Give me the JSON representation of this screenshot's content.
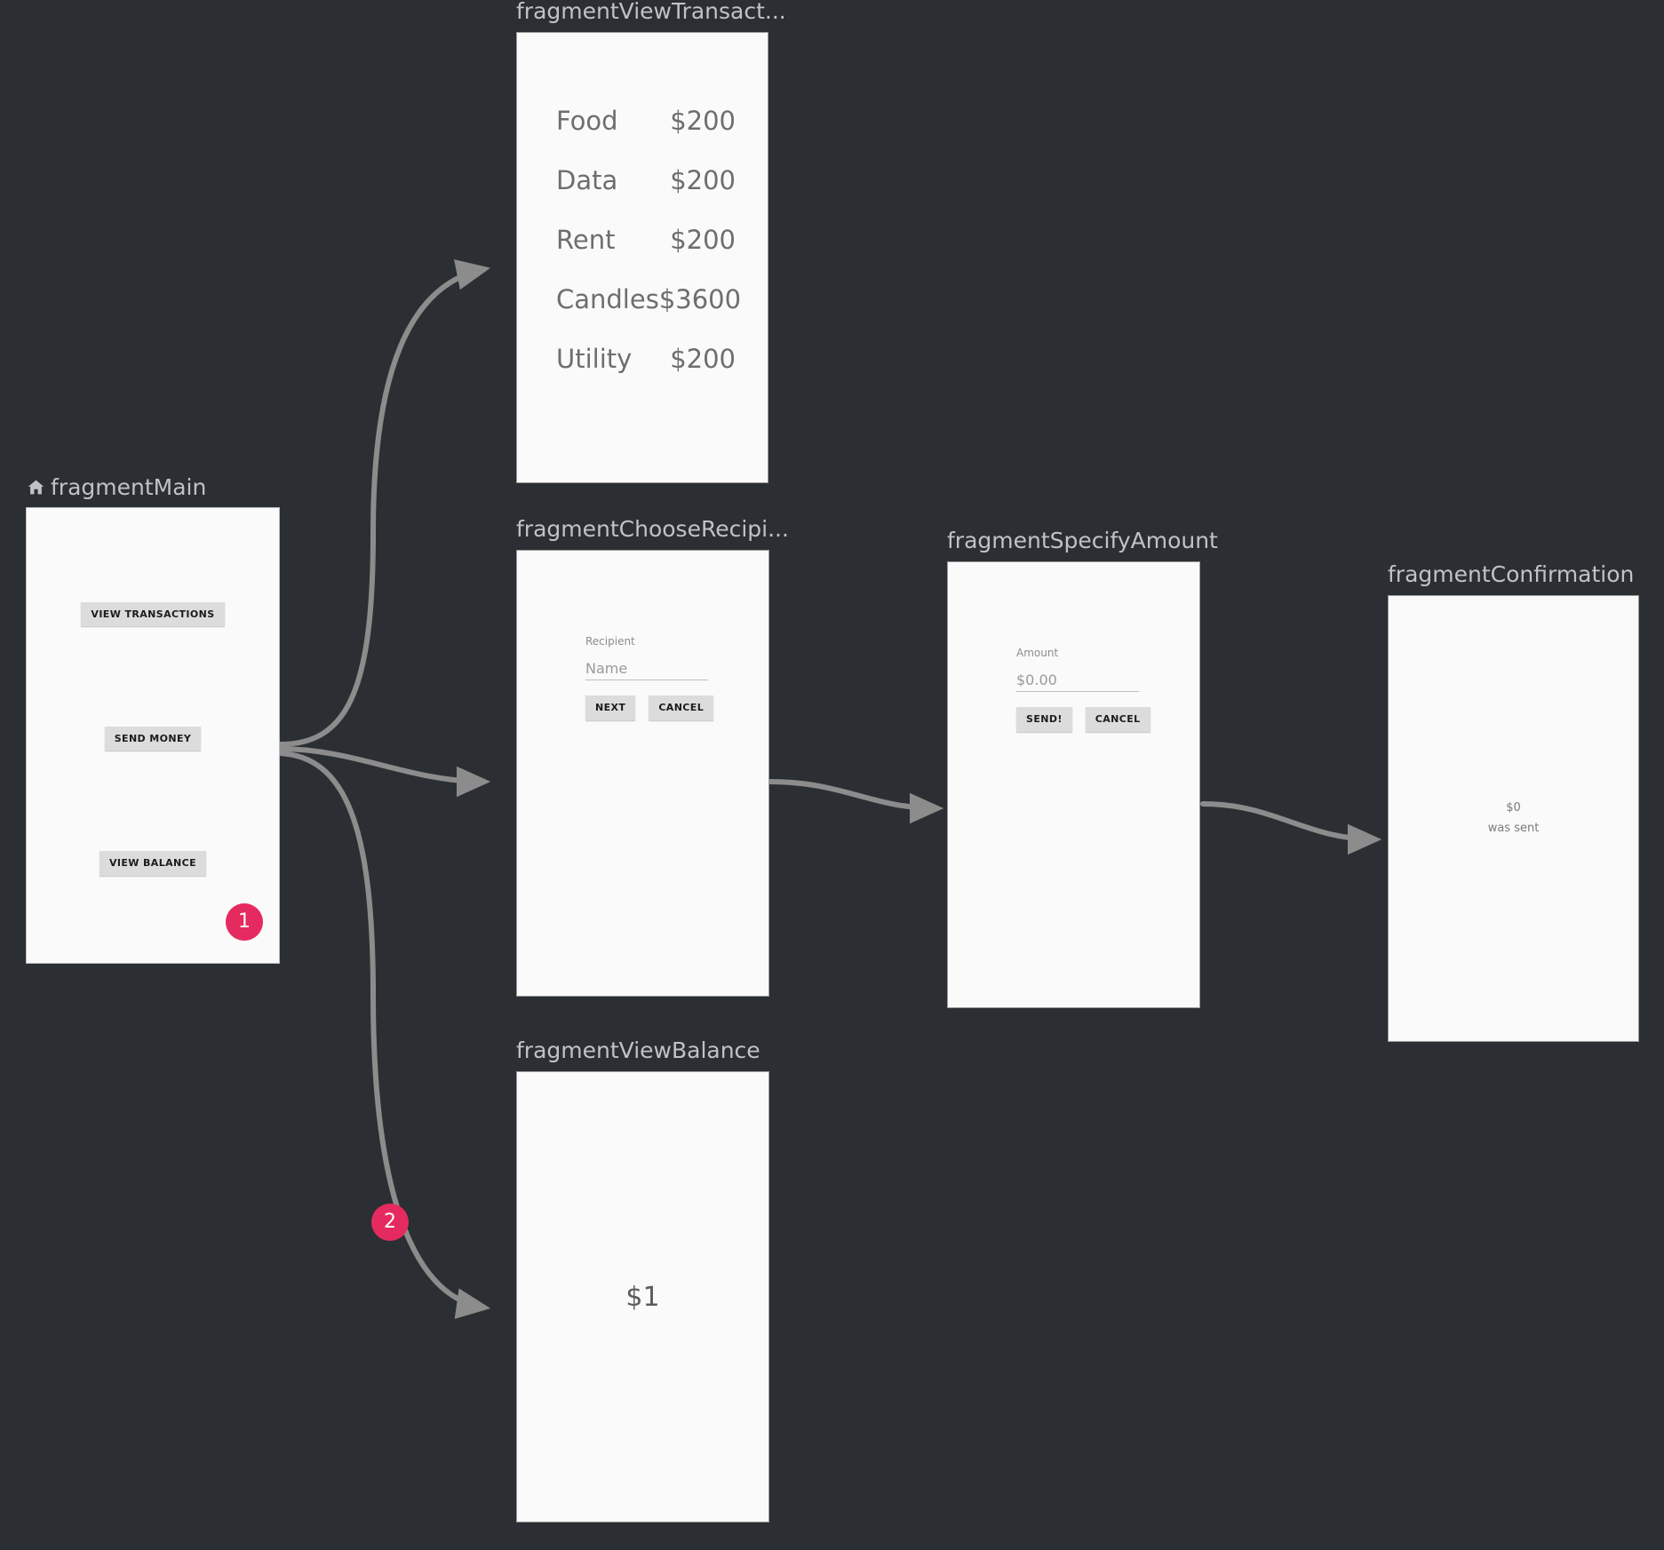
{
  "canvas": {
    "background_color": "#2B2F33",
    "edge_color": "#8C8C8C",
    "badge_color": "#E52A5F",
    "label_color": "#BFC3C7"
  },
  "destinations": [
    {
      "id": "fragmentMain",
      "label": "fragmentMain",
      "is_start_destination": true,
      "start_icon": "home-icon",
      "selected": true,
      "buttons": [
        {
          "label": "VIEW TRANSACTIONS",
          "name": "view-transactions-button"
        },
        {
          "label": "SEND MONEY",
          "name": "send-money-button"
        },
        {
          "label": "VIEW BALANCE",
          "name": "view-balance-button"
        }
      ],
      "badge": "1"
    },
    {
      "id": "fragmentViewTransactions",
      "label": "fragmentViewTransact...",
      "transactions": {
        "rows": [
          {
            "name": "Food",
            "amount": "$200"
          },
          {
            "name": "Data",
            "amount": "$200"
          },
          {
            "name": "Rent",
            "amount": "$200"
          },
          {
            "name": "Candles",
            "amount": "$3600"
          },
          {
            "name": "Utility",
            "amount": "$200"
          }
        ]
      }
    },
    {
      "id": "fragmentChooseRecipient",
      "label": "fragmentChooseRecipi...",
      "form": {
        "field_label": "Recipient",
        "field_value": "",
        "field_placeholder": "Name",
        "primary_button": "NEXT",
        "secondary_button": "CANCEL"
      }
    },
    {
      "id": "fragmentSpecifyAmount",
      "label": "fragmentSpecifyAmount",
      "form": {
        "field_label": "Amount",
        "field_value": "",
        "field_placeholder": "$0.00",
        "primary_button": "SEND!",
        "secondary_button": "CANCEL"
      }
    },
    {
      "id": "fragmentConfirmation",
      "label": "fragmentConfirmation",
      "confirmation": {
        "amount": "$0",
        "message": "was sent"
      }
    },
    {
      "id": "fragmentViewBalance",
      "label": "fragmentViewBalance",
      "balance": {
        "amount": "$1"
      },
      "badge": "2"
    }
  ]
}
